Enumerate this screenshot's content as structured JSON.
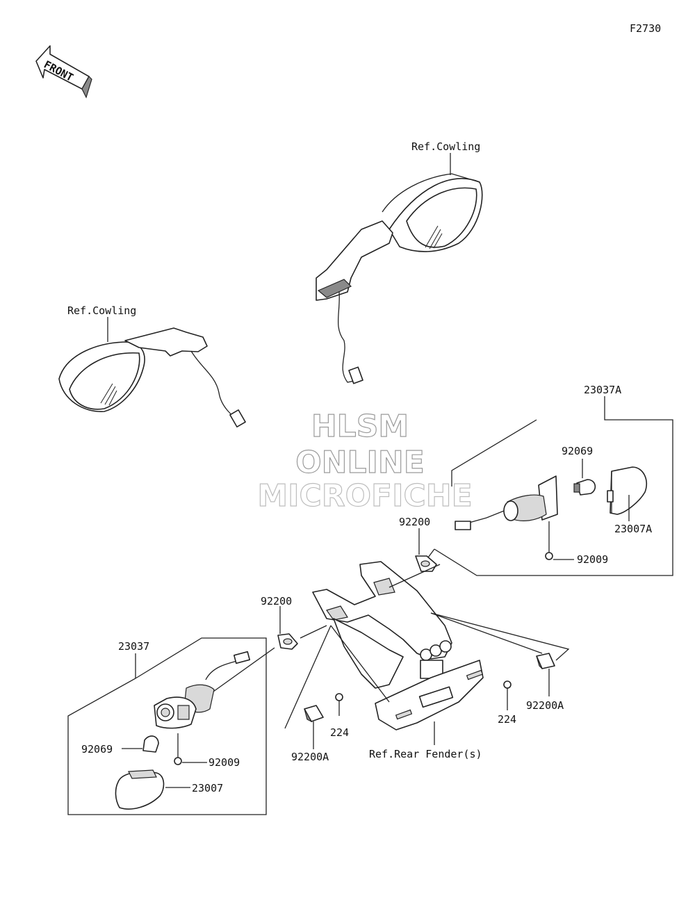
{
  "figure_id": "F2730",
  "front_arrow_label": "FRONT",
  "watermark": [
    "HLSM",
    "ONLINE",
    "MICROFICHE"
  ],
  "references": {
    "cowling_right": "Ref.Cowling",
    "cowling_left": "Ref.Cowling",
    "rear_fender": "Ref.Rear Fender(s)"
  },
  "parts": {
    "assy_right": "23037A",
    "bulb_right": "92069",
    "lens_right": "23007A",
    "grommet_right": "92200",
    "screw_right": "92009",
    "assy_left": "23037",
    "grommet_left": "92200",
    "bulb_left": "92069",
    "screw_left": "92009",
    "lens_left": "23007",
    "clip_left": "92200A",
    "bolt_left": "224",
    "bolt_right": "224",
    "clip_right": "92200A"
  },
  "colors": {
    "line": "#222222",
    "watermark_stroke": "#9a9a9a"
  }
}
